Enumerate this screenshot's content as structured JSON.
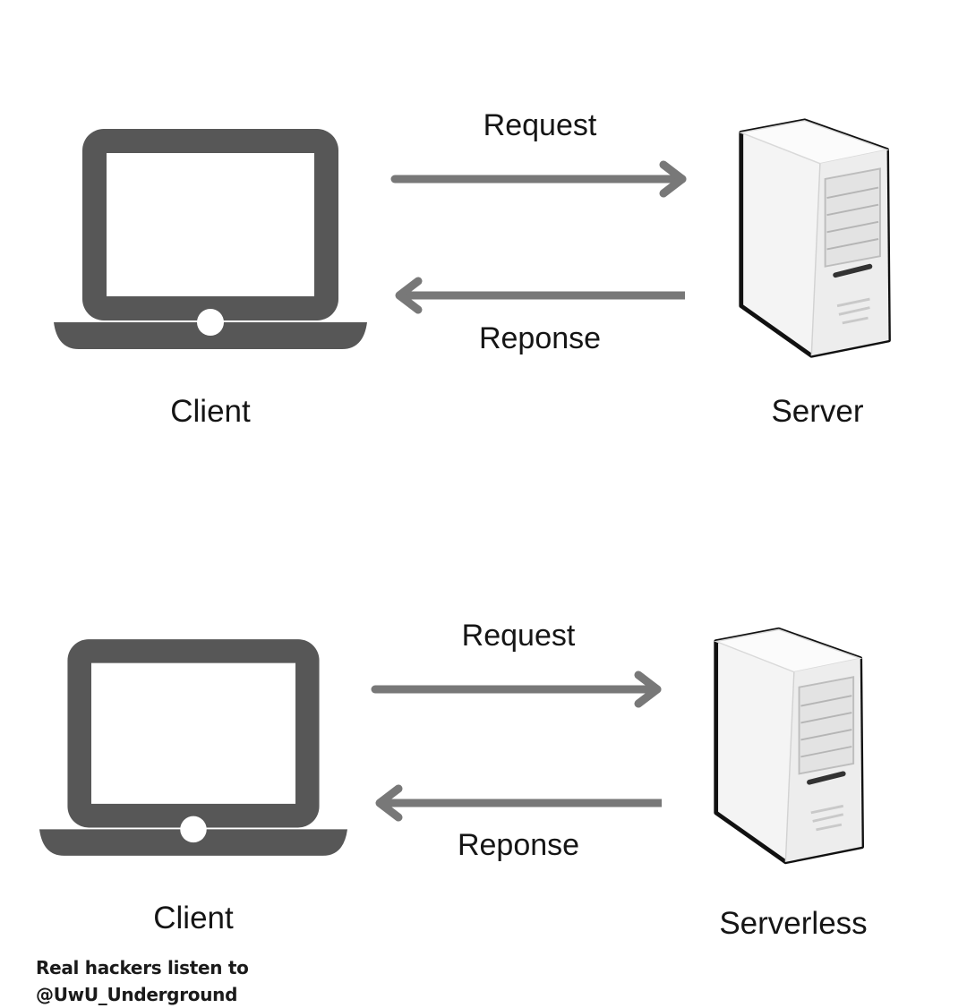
{
  "diagrams": [
    {
      "client_label": "Client",
      "server_label": "Server",
      "request_label": "Request",
      "response_label": "Reponse",
      "client_icon": "laptop-icon",
      "server_icon": "server-tower-icon"
    },
    {
      "client_label": "Client",
      "server_label": "Serverless",
      "request_label": "Request",
      "response_label": "Reponse",
      "client_icon": "laptop-icon",
      "server_icon": "server-tower-icon"
    }
  ],
  "credit": {
    "line1": "Real hackers listen to",
    "line2": "@UwU_Underground"
  },
  "colors": {
    "laptop": "#575757",
    "arrow": "#787878",
    "server_body": "#f4f4f4",
    "server_outline": "#111111"
  }
}
